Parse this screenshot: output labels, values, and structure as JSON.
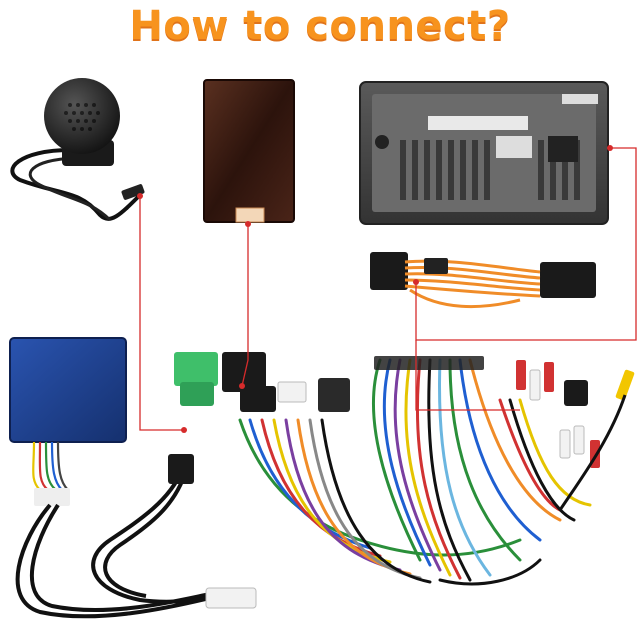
{
  "title": "How to connect?",
  "colors": {
    "title": "#f7931e",
    "connector_line": "#d62b2b",
    "can_box": "#1e3f8f",
    "amp_box": "#3a2018",
    "head_unit": "#4a4a4a"
  },
  "icons": [
    "speaker-icon",
    "amplifier-box",
    "head-unit-back",
    "can-decoder-box",
    "wiring-harness",
    "rca-connectors"
  ]
}
